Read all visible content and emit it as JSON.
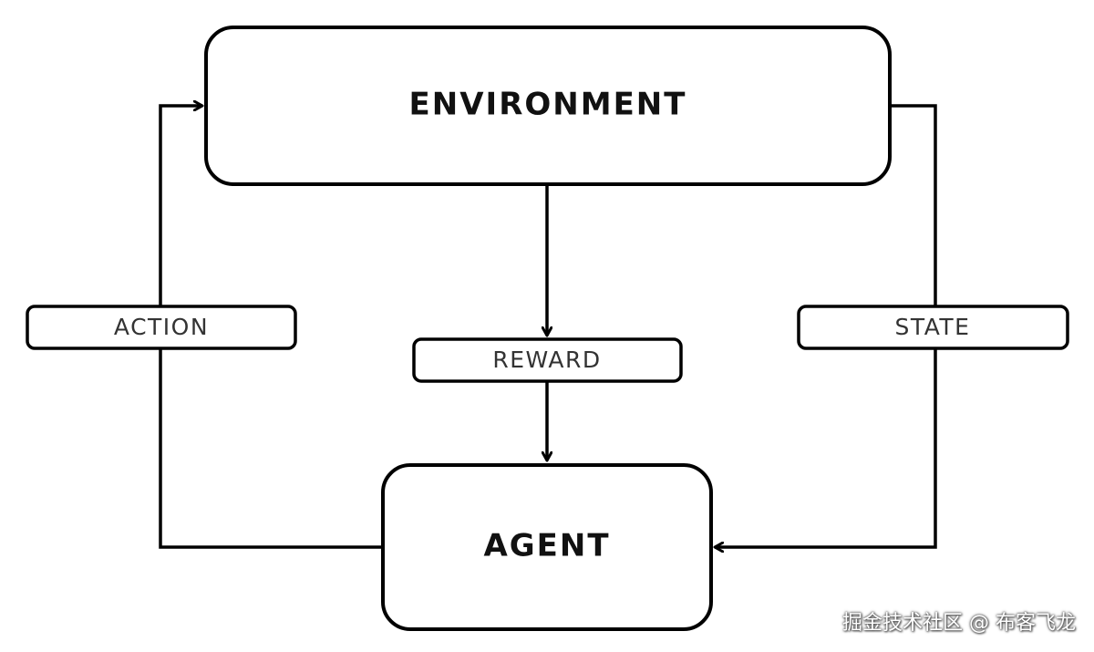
{
  "nodes": {
    "environment": "ENVIRONMENT",
    "agent": "AGENT"
  },
  "edges": {
    "action": "ACTION",
    "reward": "REWARD",
    "state": "STATE"
  },
  "watermark": "掘金技术社区 @ 布客飞龙",
  "colors": {
    "stroke": "#000000",
    "background": "#ffffff"
  }
}
